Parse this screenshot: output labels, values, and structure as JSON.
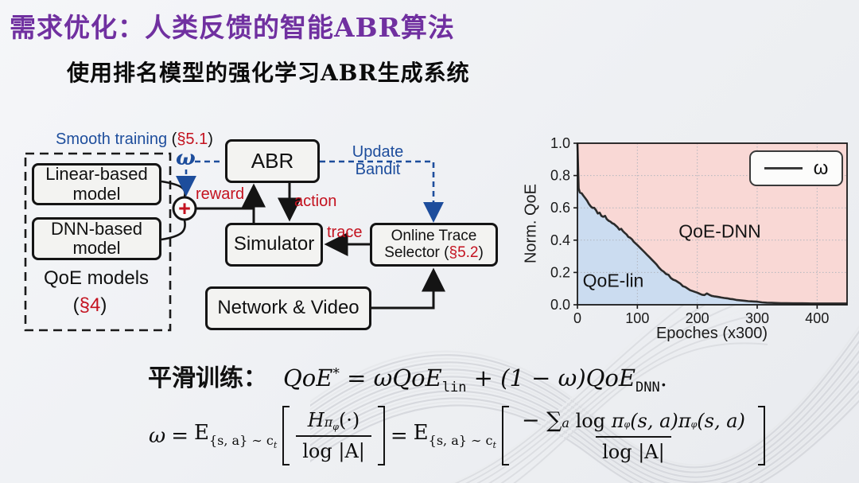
{
  "slide": {
    "title": "需求优化：人类反馈的智能ABR算法",
    "subtitle": "使用排名模型的强化学习ABR生成系统"
  },
  "diagram": {
    "smooth_training_label": "Smooth training ",
    "paren_open": "(",
    "smooth_training_ref": "§5.1",
    "paren_close": ")",
    "omega_symbol": "ω",
    "plus_symbol": "+",
    "group_label": "QoE models",
    "group_ref": "§4",
    "boxes": {
      "linear": "Linear-based model",
      "dnn": "DNN-based model",
      "abr": "ABR",
      "simulator": "Simulator",
      "ots_line1": "Online Trace",
      "ots_line2_prefix": "Selector (",
      "ots_ref": "§5.2",
      "ots_line2_suffix": ")",
      "network": "Network & Video"
    },
    "edge_labels": {
      "reward": "reward",
      "action": "action",
      "trace": "trace",
      "update_line1": "Update",
      "update_line2": "Bandit"
    }
  },
  "chart_data": {
    "type": "area",
    "title": "",
    "xlabel": "Epoches (x300)",
    "ylabel": "Norm. QoE",
    "xlim": [
      0,
      450
    ],
    "ylim": [
      0,
      1
    ],
    "xticks": [
      0,
      100,
      200,
      300,
      400
    ],
    "yticks": [
      "0.0",
      "0.2",
      "0.4",
      "0.6",
      "0.8",
      "1.0"
    ],
    "grid": true,
    "legend": {
      "label": "ω",
      "position": "upper right"
    },
    "areas": [
      {
        "name": "QoE-lin",
        "fill": "#cbdcf0",
        "region": "below curve"
      },
      {
        "name": "QoE-DNN",
        "fill": "#f9d8d5",
        "region": "above curve"
      }
    ],
    "series": [
      {
        "name": "ω",
        "color": "#2b2b2b",
        "points": [
          [
            0,
            1.0
          ],
          [
            2,
            0.72
          ],
          [
            4,
            0.695
          ],
          [
            7,
            0.69
          ],
          [
            10,
            0.675
          ],
          [
            13,
            0.66
          ],
          [
            16,
            0.645
          ],
          [
            19,
            0.625
          ],
          [
            22,
            0.61
          ],
          [
            25,
            0.6
          ],
          [
            28,
            0.6
          ],
          [
            31,
            0.585
          ],
          [
            34,
            0.565
          ],
          [
            37,
            0.57
          ],
          [
            40,
            0.55
          ],
          [
            43,
            0.545
          ],
          [
            46,
            0.55
          ],
          [
            49,
            0.53
          ],
          [
            52,
            0.52
          ],
          [
            55,
            0.515
          ],
          [
            58,
            0.505
          ],
          [
            61,
            0.5
          ],
          [
            64,
            0.49
          ],
          [
            67,
            0.48
          ],
          [
            70,
            0.465
          ],
          [
            73,
            0.47
          ],
          [
            76,
            0.455
          ],
          [
            79,
            0.445
          ],
          [
            82,
            0.435
          ],
          [
            85,
            0.42
          ],
          [
            88,
            0.415
          ],
          [
            91,
            0.405
          ],
          [
            94,
            0.39
          ],
          [
            97,
            0.38
          ],
          [
            100,
            0.37
          ],
          [
            104,
            0.355
          ],
          [
            108,
            0.34
          ],
          [
            112,
            0.325
          ],
          [
            116,
            0.31
          ],
          [
            120,
            0.295
          ],
          [
            124,
            0.28
          ],
          [
            128,
            0.265
          ],
          [
            132,
            0.25
          ],
          [
            136,
            0.23
          ],
          [
            140,
            0.215
          ],
          [
            144,
            0.205
          ],
          [
            148,
            0.19
          ],
          [
            152,
            0.185
          ],
          [
            156,
            0.165
          ],
          [
            160,
            0.155
          ],
          [
            164,
            0.15
          ],
          [
            168,
            0.14
          ],
          [
            172,
            0.13
          ],
          [
            176,
            0.115
          ],
          [
            180,
            0.11
          ],
          [
            184,
            0.1
          ],
          [
            188,
            0.09
          ],
          [
            192,
            0.085
          ],
          [
            196,
            0.08
          ],
          [
            200,
            0.075
          ],
          [
            204,
            0.068
          ],
          [
            208,
            0.062
          ],
          [
            212,
            0.06
          ],
          [
            216,
            0.07
          ],
          [
            220,
            0.062
          ],
          [
            224,
            0.055
          ],
          [
            228,
            0.052
          ],
          [
            232,
            0.05
          ],
          [
            236,
            0.048
          ],
          [
            240,
            0.045
          ],
          [
            245,
            0.042
          ],
          [
            250,
            0.04
          ],
          [
            255,
            0.036
          ],
          [
            260,
            0.034
          ],
          [
            265,
            0.03
          ],
          [
            270,
            0.028
          ],
          [
            275,
            0.026
          ],
          [
            280,
            0.024
          ],
          [
            285,
            0.022
          ],
          [
            290,
            0.021
          ],
          [
            295,
            0.02
          ],
          [
            300,
            0.019
          ],
          [
            308,
            0.015
          ],
          [
            316,
            0.013
          ],
          [
            324,
            0.012
          ],
          [
            332,
            0.011
          ],
          [
            340,
            0.01
          ],
          [
            350,
            0.01
          ],
          [
            360,
            0.009
          ],
          [
            375,
            0.009
          ],
          [
            390,
            0.008
          ],
          [
            405,
            0.008
          ],
          [
            420,
            0.008
          ],
          [
            435,
            0.008
          ],
          [
            450,
            0.008
          ]
        ]
      }
    ]
  },
  "formulas": {
    "smooth_label": "平滑训练：",
    "f1": {
      "qoe": "QoE",
      "star": "*",
      "eq": "=",
      "omega": "ω",
      "sub_lin": "lin",
      "plus_term": "+ (1 − ω)",
      "sub_dnn": "DNN",
      "period": "."
    },
    "f2": {
      "omega": "ω",
      "eq": "=",
      "expectation": "E",
      "expect_sub": "{s, a} ∼ c",
      "expect_sub_t": "t",
      "frac1_H": "H",
      "frac1_pi": "π",
      "frac1_phi": "φ",
      "frac1_arg": "(·)",
      "den_log": "log |A|",
      "frac2_minus_sum": "− ∑",
      "frac2_sum_idx": "a",
      "frac2_log": "log",
      "frac2_pi": "π",
      "frac2_phi": "φ",
      "frac2_arg": "(s, a)"
    }
  },
  "colors": {
    "title_purple": "#7030a0",
    "annotation_blue": "#1d4d9c",
    "annotation_red": "#c4121f",
    "qoe_lin_fill": "#cbdcf0",
    "qoe_dnn_fill": "#f9d8d5",
    "curve": "#2b2b2b",
    "background": "#eef0f3"
  }
}
